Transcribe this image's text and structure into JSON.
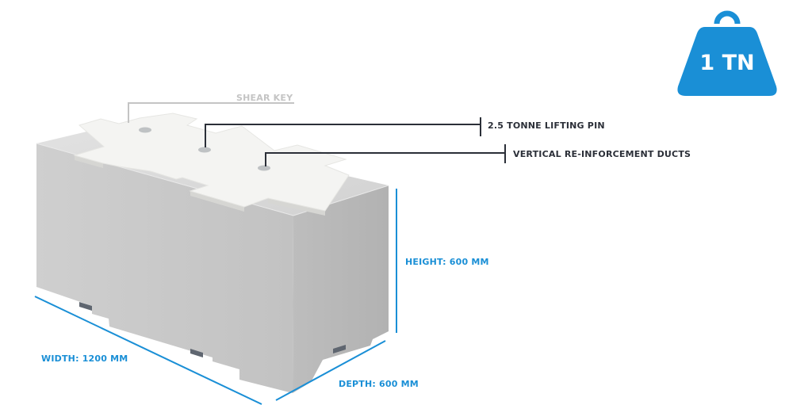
{
  "weight_badge": {
    "text": "1 TN",
    "color": "#1a8fd6",
    "icon": "weight-icon"
  },
  "callouts": {
    "shear_key": "SHEAR KEY",
    "lifting_pin": "2.5 TONNE LIFTING PIN",
    "ducts": "VERTICAL RE-INFORCEMENT DUCTS"
  },
  "dimensions": {
    "height": "HEIGHT: 600 MM",
    "width": "WIDTH: 1200 MM",
    "depth": "DEPTH: 600 MM"
  },
  "colors": {
    "dimension_blue": "#1a8fd6",
    "callout_dark": "#2b2f38",
    "callout_grey": "#c4c4c4",
    "concrete_light": "#dcdcdc",
    "concrete_front": "#c9c9c9",
    "concrete_side": "#b7b7b7",
    "shear_key_white": "#f4f4f2"
  }
}
